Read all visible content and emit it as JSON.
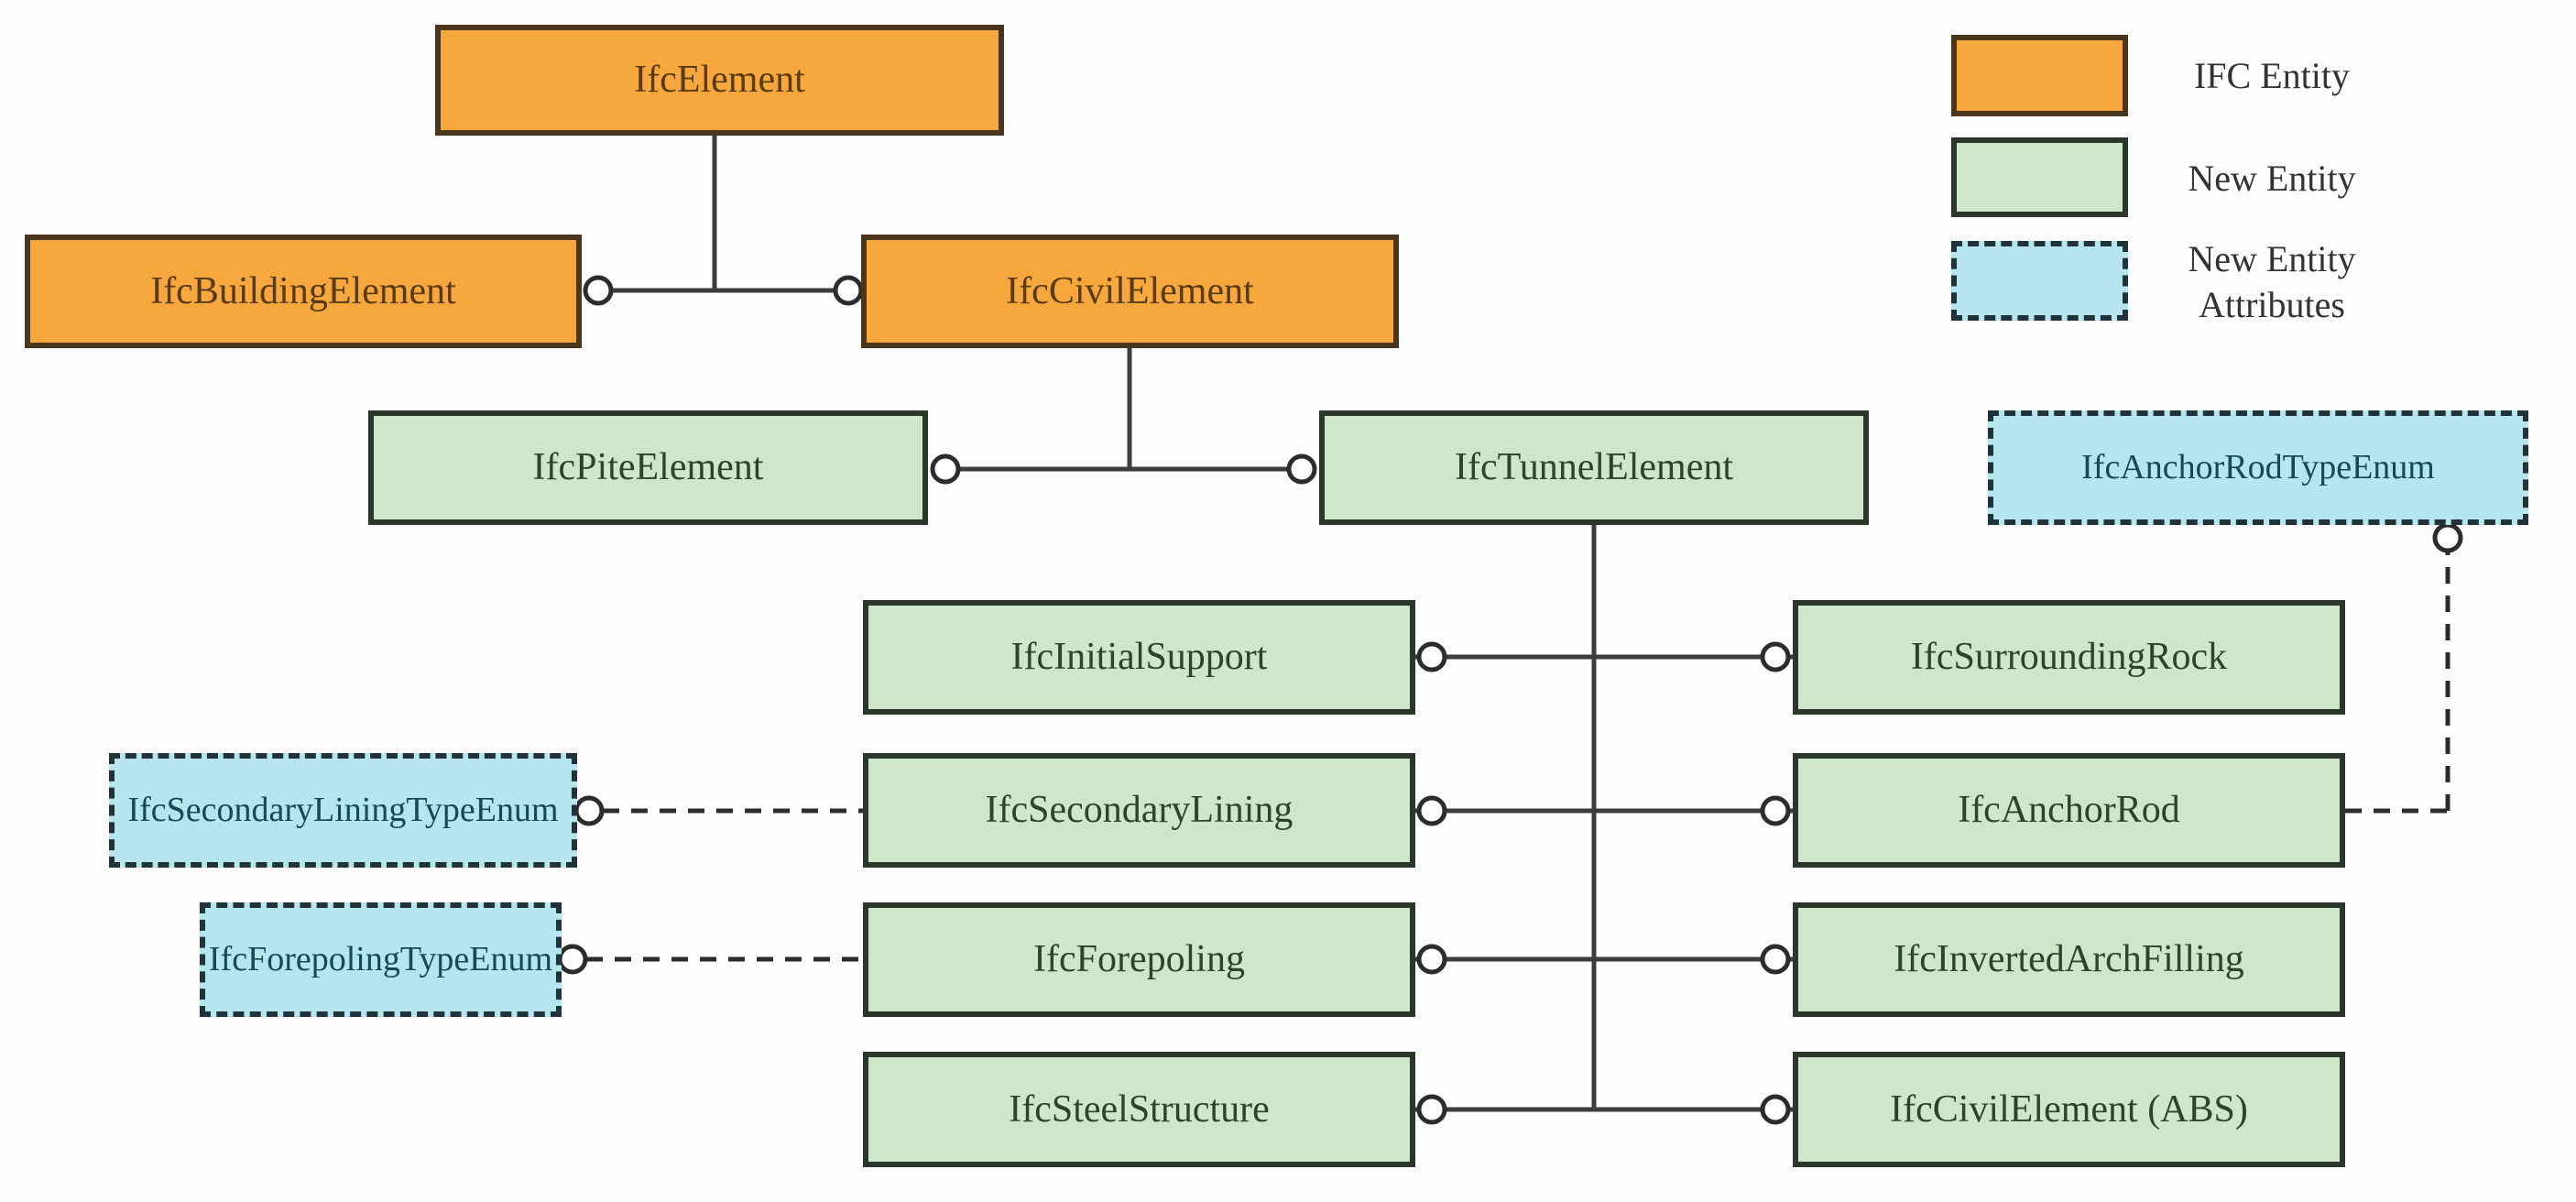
{
  "figure": {
    "title": "IFC tunnel element entity extension diagram",
    "background": "#fdfdfd"
  },
  "colors": {
    "ifc_entity_fill": "#f6a83e",
    "ifc_entity_border": "#4a351d",
    "ifc_entity_text": "#5b3a12",
    "new_entity_fill": "#cfe6cb",
    "new_entity_border": "#2c372c",
    "new_entity_text": "#29452b",
    "new_entity_attr_fill": "#b6e4ef",
    "new_entity_attr_border": "#203338",
    "new_entity_attr_text": "#164a52",
    "connector_line": "#3d3d3d"
  },
  "legend": {
    "items": [
      {
        "label": "IFC Entity",
        "type": "ifc-entity"
      },
      {
        "label": "New Entity",
        "type": "new-entity"
      },
      {
        "line1": "New Entity",
        "line2": "Attributes",
        "type": "new-entity-attributes"
      }
    ]
  },
  "nodes": {
    "ifcElement": {
      "label": "IfcElement",
      "type": "ifc-entity"
    },
    "ifcBuildingElement": {
      "label": "IfcBuildingElement",
      "type": "ifc-entity"
    },
    "ifcCivilElement": {
      "label": "IfcCivilElement",
      "type": "ifc-entity"
    },
    "ifcPiteElement": {
      "label": "IfcPiteElement",
      "type": "new-entity"
    },
    "ifcTunnelElement": {
      "label": "IfcTunnelElement",
      "type": "new-entity"
    },
    "ifcInitialSupport": {
      "label": "IfcInitialSupport",
      "type": "new-entity"
    },
    "ifcSecondaryLining": {
      "label": "IfcSecondaryLining",
      "type": "new-entity"
    },
    "ifcForepoling": {
      "label": "IfcForepoling",
      "type": "new-entity"
    },
    "ifcSteelStructure": {
      "label": "IfcSteelStructure",
      "type": "new-entity"
    },
    "ifcSurroundingRock": {
      "label": "IfcSurroundingRock",
      "type": "new-entity"
    },
    "ifcAnchorRod": {
      "label": "IfcAnchorRod",
      "type": "new-entity"
    },
    "ifcInvertedArchFilling": {
      "label": "IfcInvertedArchFilling",
      "type": "new-entity"
    },
    "ifcCivilElementAbs": {
      "label": "IfcCivilElement (ABS)",
      "type": "new-entity"
    },
    "ifcSecondaryLiningTypeEnum": {
      "label": "IfcSecondaryLiningTypeEnum",
      "type": "new-entity-attributes"
    },
    "ifcForepolingTypeEnum": {
      "label": "IfcForepolingTypeEnum",
      "type": "new-entity-attributes"
    },
    "ifcAnchorRodTypeEnum": {
      "label": "IfcAnchorRodTypeEnum",
      "type": "new-entity-attributes"
    }
  },
  "relations": [
    "IfcElement — IfcBuildingElement",
    "IfcElement — IfcCivilElement",
    "IfcCivilElement — IfcPiteElement",
    "IfcCivilElement — IfcTunnelElement",
    "IfcTunnelElement — IfcInitialSupport",
    "IfcTunnelElement — IfcSecondaryLining",
    "IfcTunnelElement — IfcForepoling",
    "IfcTunnelElement — IfcSteelStructure",
    "IfcTunnelElement — IfcSurroundingRock",
    "IfcTunnelElement — IfcAnchorRod",
    "IfcTunnelElement — IfcInvertedArchFilling",
    "IfcTunnelElement — IfcCivilElement (ABS)",
    "IfcSecondaryLiningTypeEnum -- IfcSecondaryLining (dashed)",
    "IfcForepolingTypeEnum -- IfcForepoling (dashed)",
    "IfcAnchorRodTypeEnum -- IfcAnchorRod (dashed)"
  ]
}
